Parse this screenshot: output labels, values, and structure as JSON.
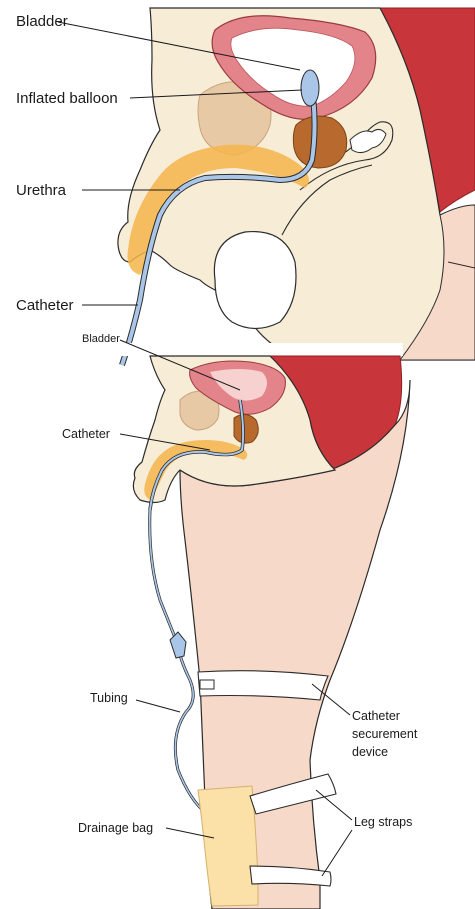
{
  "top_panel": {
    "labels": {
      "bladder": "Bladder",
      "inflated_balloon": "Inflated balloon",
      "urethra": "Urethra",
      "catheter": "Catheter"
    }
  },
  "bottom_panel": {
    "labels": {
      "bladder": "Bladder",
      "catheter": "Catheter",
      "tubing": "Tubing",
      "securement_line1": "Catheter",
      "securement_line2": "securement",
      "securement_line3": "device",
      "drainage_bag": "Drainage bag",
      "leg_straps": "Leg straps"
    }
  },
  "colors": {
    "skin": "#f7ecd6",
    "leg_skin": "#f6d9c8",
    "outline": "#2b2b2b",
    "muscle_red": "#c8353b",
    "muscle_dark": "#8e1f24",
    "bladder_pink": "#e3848a",
    "bladder_light": "#f6d1cf",
    "prostate_brown": "#b86a2e",
    "fat_orange": "#f5b54a",
    "bone_beige": "#e8c9a6",
    "catheter_blue": "#a9c6e8",
    "bag_yellow": "#fbe1a7"
  }
}
